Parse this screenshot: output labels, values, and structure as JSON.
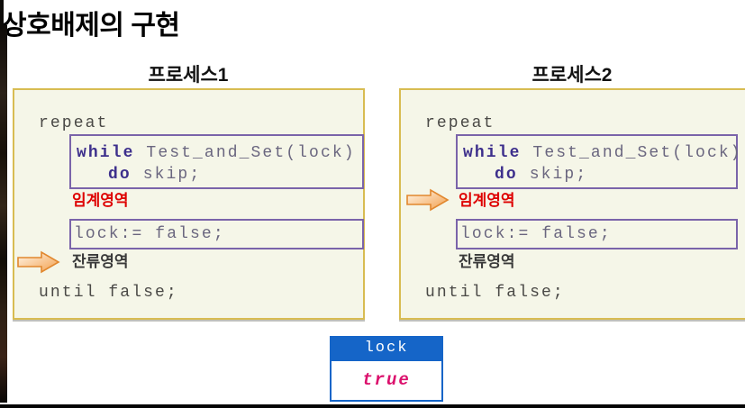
{
  "title": "상호배제의 구현",
  "processes": [
    {
      "label": "프로세스1",
      "arrow_points_to": "잔류영역"
    },
    {
      "label": "프로세스2",
      "arrow_points_to": "임계영역"
    }
  ],
  "code": {
    "repeat": "repeat",
    "while_keyword": "while",
    "while_condition": " Test_and_Set(lock)",
    "do_keyword": "do",
    "do_statement": " skip;",
    "critical_section": "임계영역",
    "lock_release": "lock:= false;",
    "remainder_section": "잔류영역",
    "until": "until false;"
  },
  "lock_table": {
    "header": "lock",
    "value": "true"
  },
  "colors": {
    "panel_bg": "#f5f6e8",
    "panel_border": "#d8bc52",
    "inner_box_border": "#7a64aa",
    "keyword_purple": "#3d2f8c",
    "code_gray": "#4a4946",
    "inner_code_gray": "#6a667f",
    "critical_red": "#de0000",
    "remainder_dark": "#3a3a3a",
    "arrow_orange": "#f3a04e",
    "arrow_border": "#e1872e",
    "table_blue": "#1565c8",
    "value_pink": "#db106c"
  }
}
